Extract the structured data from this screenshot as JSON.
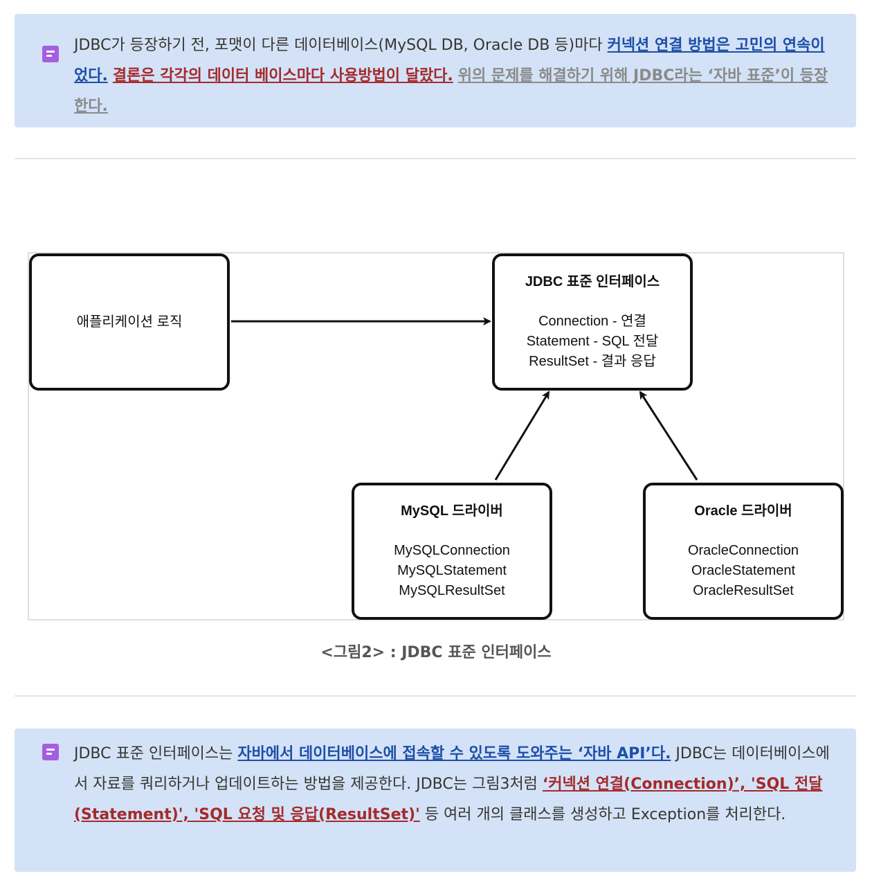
{
  "callout1": {
    "icon": "note-icon",
    "text_plain": "JDBC가 등장하기 전, 포맷이 다른 데이터베이스(MySQL DB, Oracle DB 등)마다 ",
    "link_blue": "커넥션 연결 방법은 고민의 연속이었다.",
    "link_red": "결론은 각각의 데이터 베이스마다 사용방법이 달랐다.",
    "link_gray": "위의 문제를 해결하기 위해 JDBC라는 ‘자바 표준’이 등장한다."
  },
  "figure": {
    "app_box": "애플리케이션 로직",
    "jdbc_box": {
      "title": "JDBC 표준 인터페이스",
      "lines": [
        "Connection - 연결",
        "Statement - SQL 전달",
        "ResultSet - 결과 응답"
      ]
    },
    "mysql_box": {
      "title": "MySQL 드라이버",
      "lines": [
        "MySQLConnection",
        "MySQLStatement",
        "MySQLResultSet"
      ]
    },
    "oracle_box": {
      "title": "Oracle 드라이버",
      "lines": [
        "OracleConnection",
        "OracleStatement",
        "OracleResultSet"
      ]
    },
    "caption": "<그림2> : JDBC 표준 인터페이스"
  },
  "callout2": {
    "icon": "note-icon",
    "text_plain1": "JDBC 표준 인터페이스는 ",
    "link_blue": "자바에서 데이터베이스에 접속할 수 있도록 도와주는 ‘자바 API’다.",
    "text_plain2": " JDBC는 데이터베이스에서 자료를 쿼리하거나 업데이트하는 방법을 제공한다. JDBC는 그림3처럼 ",
    "link_red": "‘커넥션 연결(Connection)’, 'SQL  전달(Statement)', 'SQL 요청 및 응답(ResultSet)'",
    "text_plain3": " 등 여러 개의 클래스를 생성하고 Exception를 처리한다."
  },
  "colors": {
    "callout_bg": "#d3e2f7",
    "icon_purple": "#a45ee0",
    "link_blue": "#1d4ea8",
    "link_red": "#a52a2a",
    "link_gray": "#8a8a8a"
  }
}
